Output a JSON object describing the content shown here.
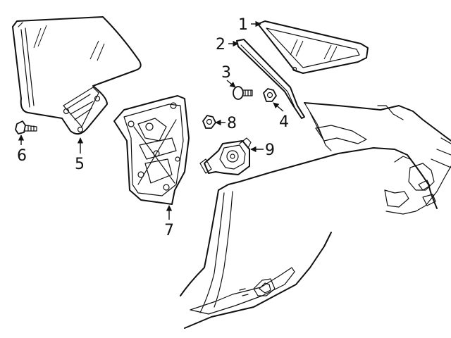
{
  "callouts": {
    "c1": "1",
    "c2": "2",
    "c3": "3",
    "c4": "4",
    "c5": "5",
    "c6": "6",
    "c7": "7",
    "c8": "8",
    "c9": "9"
  },
  "style": {
    "line_color": "#111111",
    "background": "#ffffff"
  }
}
